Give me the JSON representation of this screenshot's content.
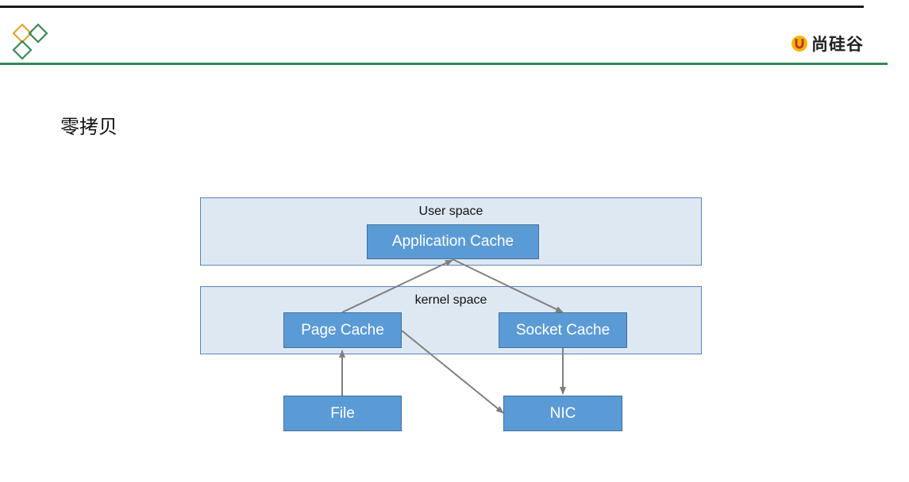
{
  "brand": {
    "text": "尚硅谷"
  },
  "slide": {
    "title": "零拷贝"
  },
  "diagram": {
    "regions": [
      {
        "id": "user",
        "label": "User space"
      },
      {
        "id": "kernel",
        "label": "kernel space"
      }
    ],
    "nodes": [
      {
        "id": "app_cache",
        "label": "Application Cache"
      },
      {
        "id": "page_cache",
        "label": "Page Cache"
      },
      {
        "id": "socket_cache",
        "label": "Socket Cache"
      },
      {
        "id": "file",
        "label": "File"
      },
      {
        "id": "nic",
        "label": "NIC"
      }
    ],
    "edges": [
      {
        "from": "file",
        "to": "page_cache"
      },
      {
        "from": "page_cache",
        "to": "app_cache"
      },
      {
        "from": "app_cache",
        "to": "socket_cache"
      },
      {
        "from": "socket_cache",
        "to": "nic"
      },
      {
        "from": "page_cache",
        "to": "nic"
      }
    ]
  },
  "colors": {
    "node_fill": "#5b9bd5",
    "region_fill": "#dee8f3",
    "header_rule": "#2f8a55",
    "edge": "#7f7f7f"
  }
}
